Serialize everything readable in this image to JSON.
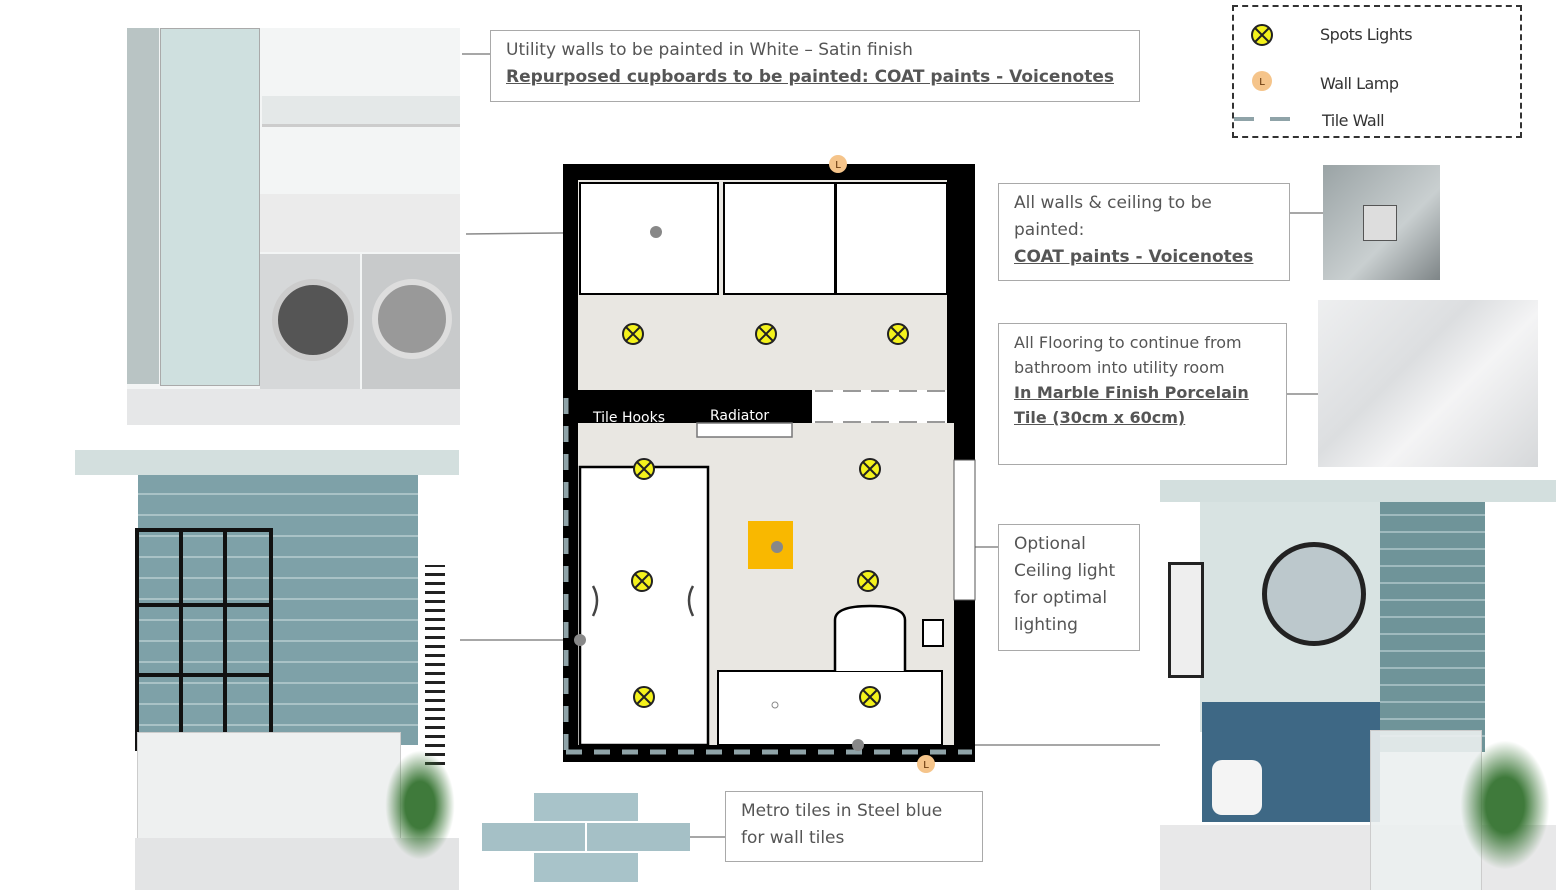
{
  "notes": {
    "utility": {
      "line1": "Utility walls to be painted in White – Satin finish",
      "line2": "Repurposed cupboards to be painted: COAT paints - Voicenotes"
    },
    "walls": {
      "line1": "All walls & ceiling to be painted:",
      "line2": "COAT paints - Voicenotes"
    },
    "flooring": {
      "line1": "All Flooring to continue from bathroom into utility room",
      "line2": "In Marble Finish Porcelain Tile (30cm x 60cm)"
    },
    "ceiling_light": {
      "text": "Optional Ceiling light for optimal lighting"
    },
    "metro": {
      "text": "Metro tiles in Steel blue for wall tiles"
    }
  },
  "legend": {
    "spots": "Spots Lights",
    "wall_lamp": "Wall Lamp",
    "wall_lamp_symbol": "L",
    "tile_wall": "Tile Wall"
  },
  "plan": {
    "tile_hooks": "Tile Hooks",
    "radiator": "Radiator",
    "lamp_symbol": "L"
  },
  "colors": {
    "spot": "#f4f21c",
    "lamp": "#f5c48a",
    "ceiling_light": "#f9b800",
    "tile": "#8fa3a8",
    "wall": "#000000"
  }
}
